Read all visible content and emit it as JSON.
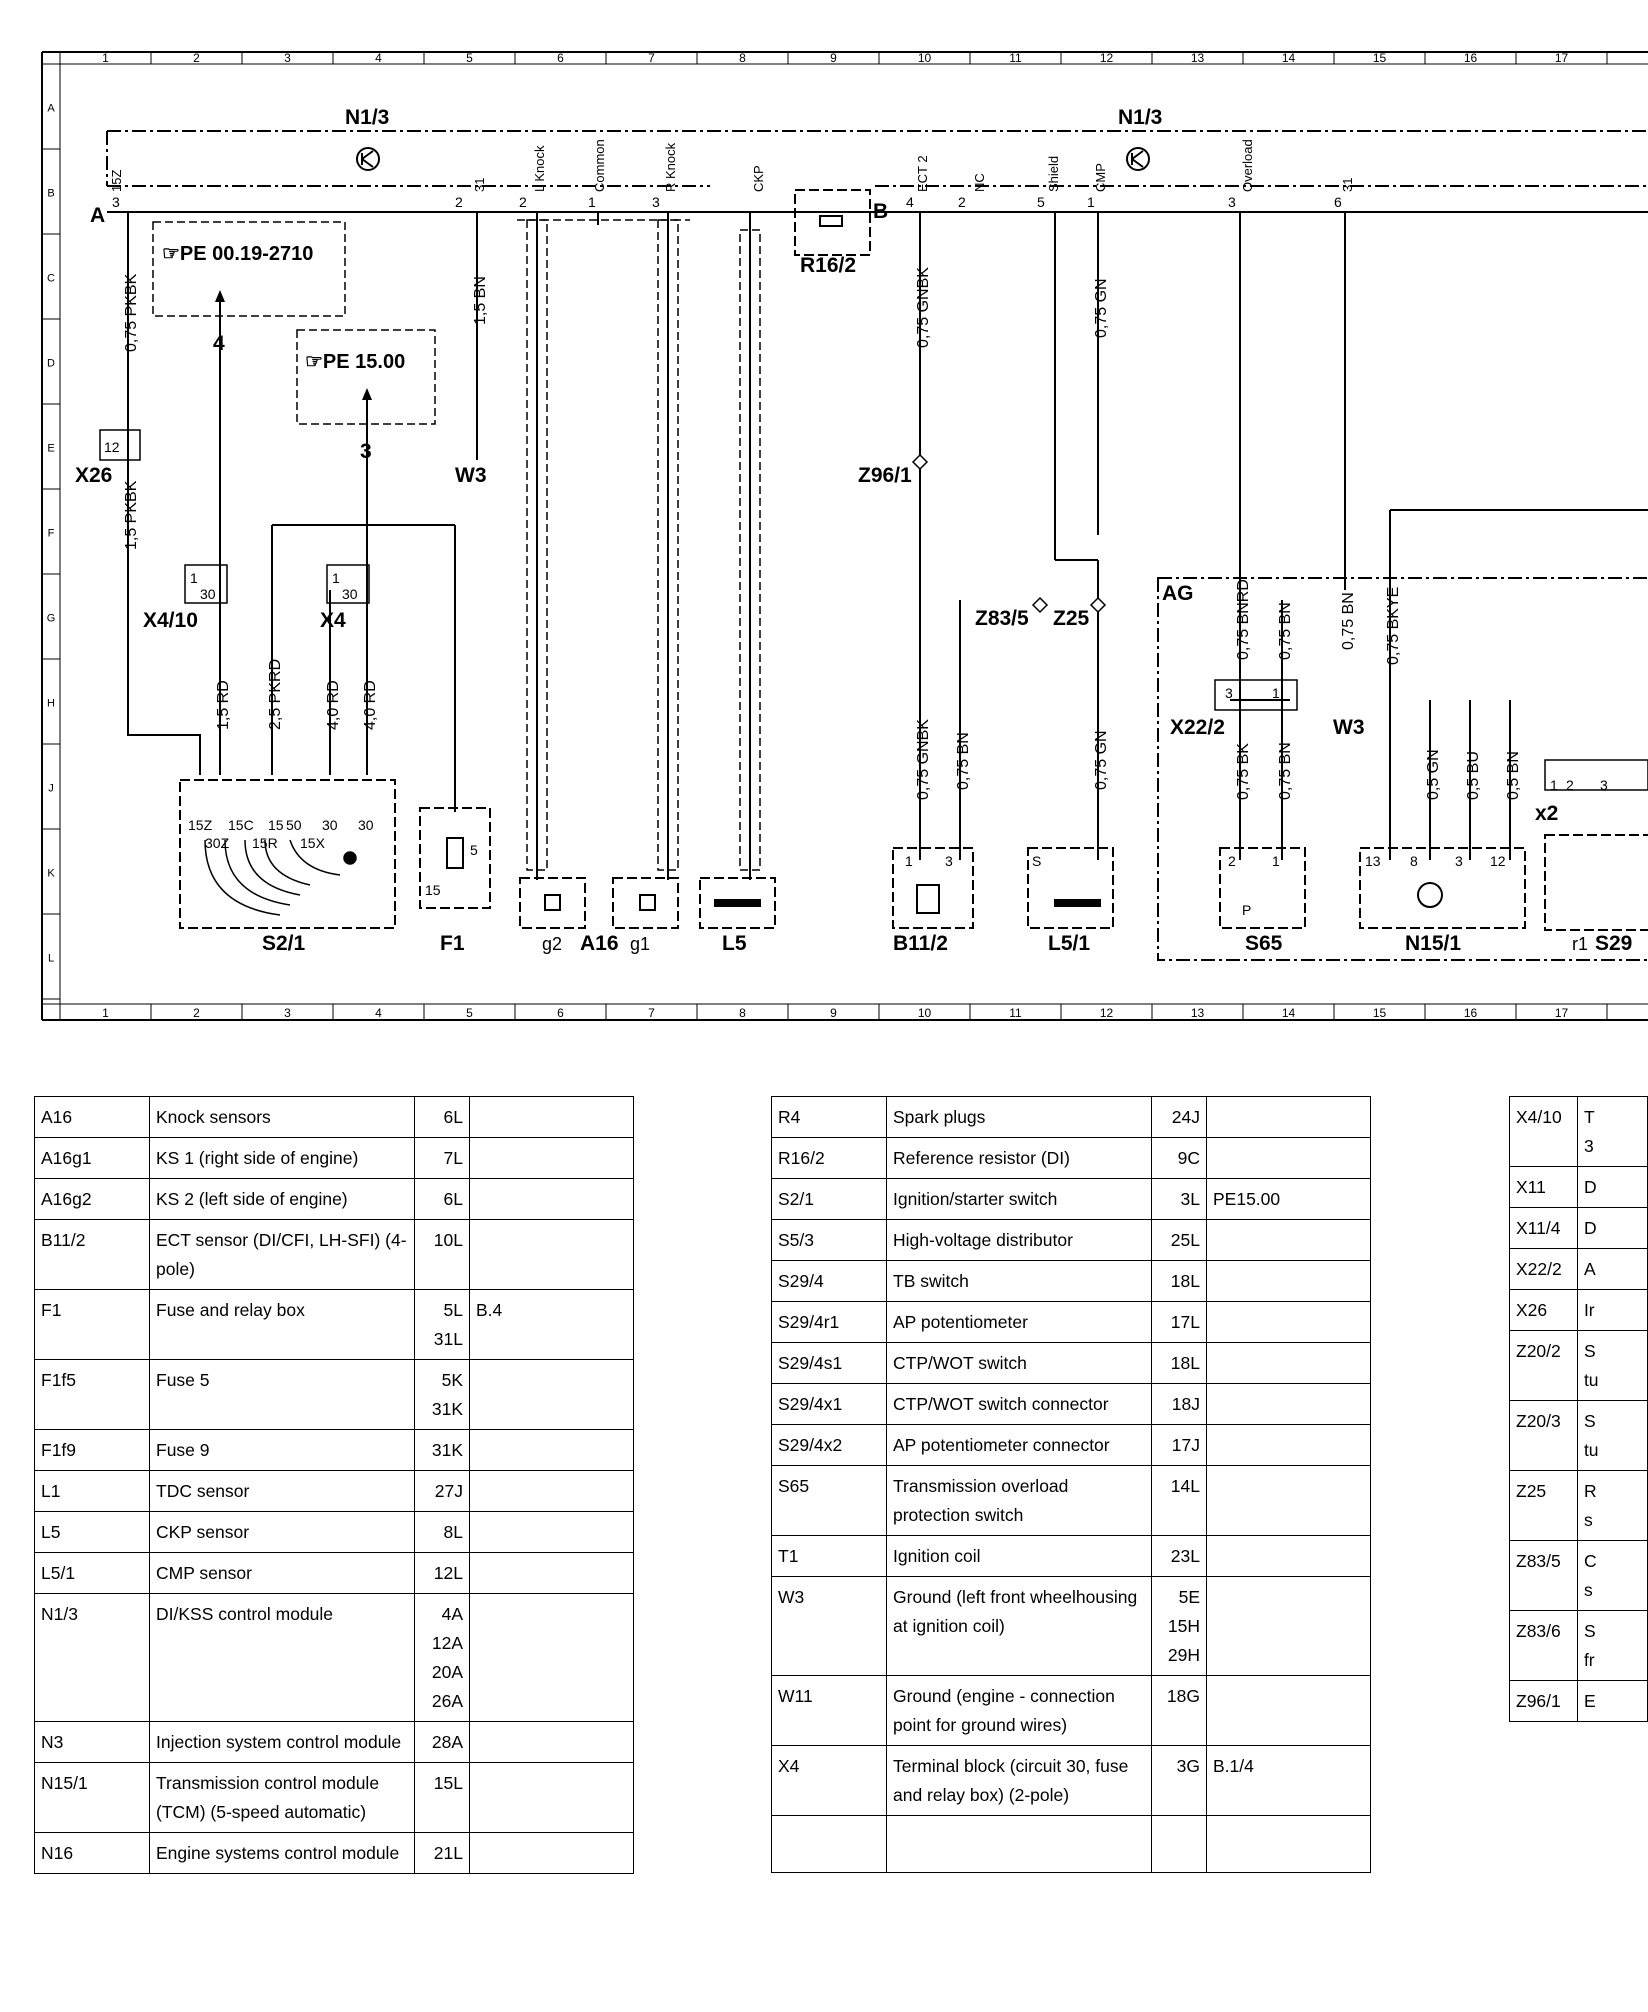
{
  "diagram": {
    "column_numbers": [
      "1",
      "2",
      "3",
      "4",
      "5",
      "6",
      "7",
      "8",
      "9",
      "10",
      "11",
      "12",
      "13",
      "14",
      "15",
      "16",
      "17",
      "1"
    ],
    "row_letters": [
      "A",
      "B",
      "C",
      "D",
      "E",
      "F",
      "G",
      "H",
      "J",
      "K",
      "L"
    ],
    "components": {
      "n13_left": "N1/3",
      "n13_right": "N1/3",
      "r162": "R16/2",
      "z961": "Z96/1",
      "z835": "Z83/5",
      "z25": "Z25",
      "x26": "X26",
      "x410": "X4/10",
      "x4": "X4",
      "w3_left": "W3",
      "w3_right": "W3",
      "x222": "X22/2",
      "ag": "AG",
      "x2": "x2",
      "s21": "S2/1",
      "f1": "F1",
      "g2": "g2",
      "a16": "A16",
      "g1": "g1",
      "l5": "L5",
      "b112": "B11/2",
      "l51": "L5/1",
      "s65": "S65",
      "n151": "N15/1",
      "r1": "r1",
      "s29": "S29",
      "pt_a": "A",
      "pt_b": "B"
    },
    "refs": {
      "ref1": "☞PE 00.19-2710",
      "ref2": "☞PE 15.00"
    },
    "arrow_numbers": {
      "n4": "4",
      "n3": "3"
    },
    "pins": {
      "p15z": "15Z",
      "p31a": "31",
      "pLknock": "L Knock",
      "pCommon": "Common",
      "pRknock": "R Knock",
      "pCKP": "CKP",
      "pECT2": "ECT 2",
      "pNC": "NC",
      "pShield": "Shield",
      "pCMP": "CMP",
      "pOverload": "Overload",
      "p31b": "31",
      "n3": "3",
      "n2a": "2",
      "n2b": "2",
      "n1a": "1",
      "n3b": "3",
      "n4": "4",
      "n2c": "2",
      "n5": "5",
      "n1b": "1",
      "n3c": "3",
      "n6": "6"
    },
    "wires": {
      "w1": "0,75 PKBK",
      "w2": "1,5 BN",
      "w3": "0,75 GNBK",
      "w4": "0,75 GN",
      "w5": "1,5 PKBK",
      "w6": "1,5 RD",
      "w7": "2,5 PKRD",
      "w8": "4,0 RD",
      "w9": "4,0 RD",
      "w10": "0,75 GNBK",
      "w11": "0,75 BN",
      "w12": "0,75 GN",
      "w13": "0,75 BNRD",
      "w14": "0,75 BN",
      "w15": "0,75 BN",
      "w16": "0,75 BKYE",
      "w17": "0,75 BK",
      "w18": "0,75 BN",
      "w19": "0,5 GN",
      "w20": "0,5 BU",
      "w21": "0,5 BN"
    },
    "terminals": {
      "x26pin": "12",
      "x410pin1": "1",
      "x410pin30": "30",
      "x4pin1": "1",
      "x4pin30": "30",
      "s15z": "15Z",
      "s15c": "15C",
      "s15": "15",
      "s50": "50",
      "s30a": "30",
      "s30b": "30",
      "s30z": "30Z",
      "s15r": "15R",
      "s15x": "15X",
      "f1_5": "5",
      "f1_15": "15",
      "b1": "1",
      "b3": "3",
      "l51s": "S",
      "x22_3": "3",
      "x22_1": "1",
      "s65_2": "2",
      "s65_1": "1",
      "s65_p": "P",
      "n15_13": "13",
      "n15_8": "8",
      "n15_3": "3",
      "n15_12": "12",
      "x2_1": "1",
      "x2_2": "2",
      "x2_3": "3"
    }
  },
  "tables": [
    {
      "rows": [
        {
          "code": "A16",
          "desc": "Knock sensors",
          "loc": "6L",
          "ref": ""
        },
        {
          "code": "A16g1",
          "desc": "KS 1 (right side of engine)",
          "loc": "7L",
          "ref": ""
        },
        {
          "code": "A16g2",
          "desc": "KS 2 (left side of engine)",
          "loc": "6L",
          "ref": ""
        },
        {
          "code": "B11/2",
          "desc": "ECT sensor (DI/CFI, LH-SFI) (4-pole)",
          "loc": "10L",
          "ref": ""
        },
        {
          "code": "F1",
          "desc": "Fuse and relay box",
          "loc": "5L\n31L",
          "ref": "B.4"
        },
        {
          "code": "F1f5",
          "desc": "Fuse 5",
          "loc": "5K\n31K",
          "ref": ""
        },
        {
          "code": "F1f9",
          "desc": "Fuse 9",
          "loc": "31K",
          "ref": ""
        },
        {
          "code": "L1",
          "desc": "TDC sensor",
          "loc": "27J",
          "ref": ""
        },
        {
          "code": "L5",
          "desc": "CKP sensor",
          "loc": "8L",
          "ref": ""
        },
        {
          "code": "L5/1",
          "desc": "CMP sensor",
          "loc": "12L",
          "ref": ""
        },
        {
          "code": "N1/3",
          "desc": "DI/KSS control module",
          "loc": "4A\n12A\n20A\n26A",
          "ref": ""
        },
        {
          "code": "N3",
          "desc": "Injection system control module",
          "loc": "28A",
          "ref": ""
        },
        {
          "code": "N15/1",
          "desc": "Transmission control module (TCM) (5-speed automatic)",
          "loc": "15L",
          "ref": ""
        },
        {
          "code": "N16",
          "desc": "Engine systems control module",
          "loc": "21L",
          "ref": ""
        }
      ]
    },
    {
      "rows": [
        {
          "code": "R4",
          "desc": "Spark plugs",
          "loc": "24J",
          "ref": ""
        },
        {
          "code": "R16/2",
          "desc": "Reference resistor (DI)",
          "loc": "9C",
          "ref": ""
        },
        {
          "code": "S2/1",
          "desc": "Ignition/starter switch",
          "loc": "3L",
          "ref": "PE15.00"
        },
        {
          "code": "S5/3",
          "desc": "High-voltage distributor",
          "loc": "25L",
          "ref": ""
        },
        {
          "code": "S29/4",
          "desc": "TB switch",
          "loc": "18L",
          "ref": ""
        },
        {
          "code": "S29/4r1",
          "desc": "AP potentiometer",
          "loc": "17L",
          "ref": ""
        },
        {
          "code": "S29/4s1",
          "desc": "CTP/WOT switch",
          "loc": "18L",
          "ref": ""
        },
        {
          "code": "S29/4x1",
          "desc": "CTP/WOT switch connector",
          "loc": "18J",
          "ref": ""
        },
        {
          "code": "S29/4x2",
          "desc": "AP potentiometer connector",
          "loc": "17J",
          "ref": ""
        },
        {
          "code": "S65",
          "desc": "Transmission overload protection switch",
          "loc": "14L",
          "ref": ""
        },
        {
          "code": "T1",
          "desc": "Ignition coil",
          "loc": "23L",
          "ref": ""
        },
        {
          "code": "W3",
          "desc": "Ground (left front wheelhousing at ignition coil)",
          "loc": "5E\n15H\n29H",
          "ref": ""
        },
        {
          "code": "W11",
          "desc": "Ground (engine - connection point for ground wires)",
          "loc": "18G",
          "ref": ""
        },
        {
          "code": "X4",
          "desc": "Terminal block (circuit 30, fuse and relay box) (2-pole)",
          "loc": "3G",
          "ref": "B.1/4"
        },
        {
          "code": "",
          "desc": "",
          "loc": "",
          "ref": ""
        }
      ]
    },
    {
      "rows": [
        {
          "code": "X4/10",
          "desc": "T\n3",
          "extra": ""
        },
        {
          "code": "X11",
          "desc": "D",
          "extra": ""
        },
        {
          "code": "X11/4",
          "desc": "D",
          "extra": ""
        },
        {
          "code": "X22/2",
          "desc": "A",
          "extra": ""
        },
        {
          "code": "X26",
          "desc": "Ir",
          "extra": ""
        },
        {
          "code": "Z20/2",
          "desc": "S\ntu",
          "extra": ""
        },
        {
          "code": "Z20/3",
          "desc": "S\ntu",
          "extra": ""
        },
        {
          "code": "Z25",
          "desc": "R\ns",
          "extra": ""
        },
        {
          "code": "Z83/5",
          "desc": "C\ns",
          "extra": ""
        },
        {
          "code": "Z83/6",
          "desc": "S\nfr",
          "extra": ""
        },
        {
          "code": "Z96/1",
          "desc": "E",
          "extra": ""
        }
      ]
    }
  ]
}
